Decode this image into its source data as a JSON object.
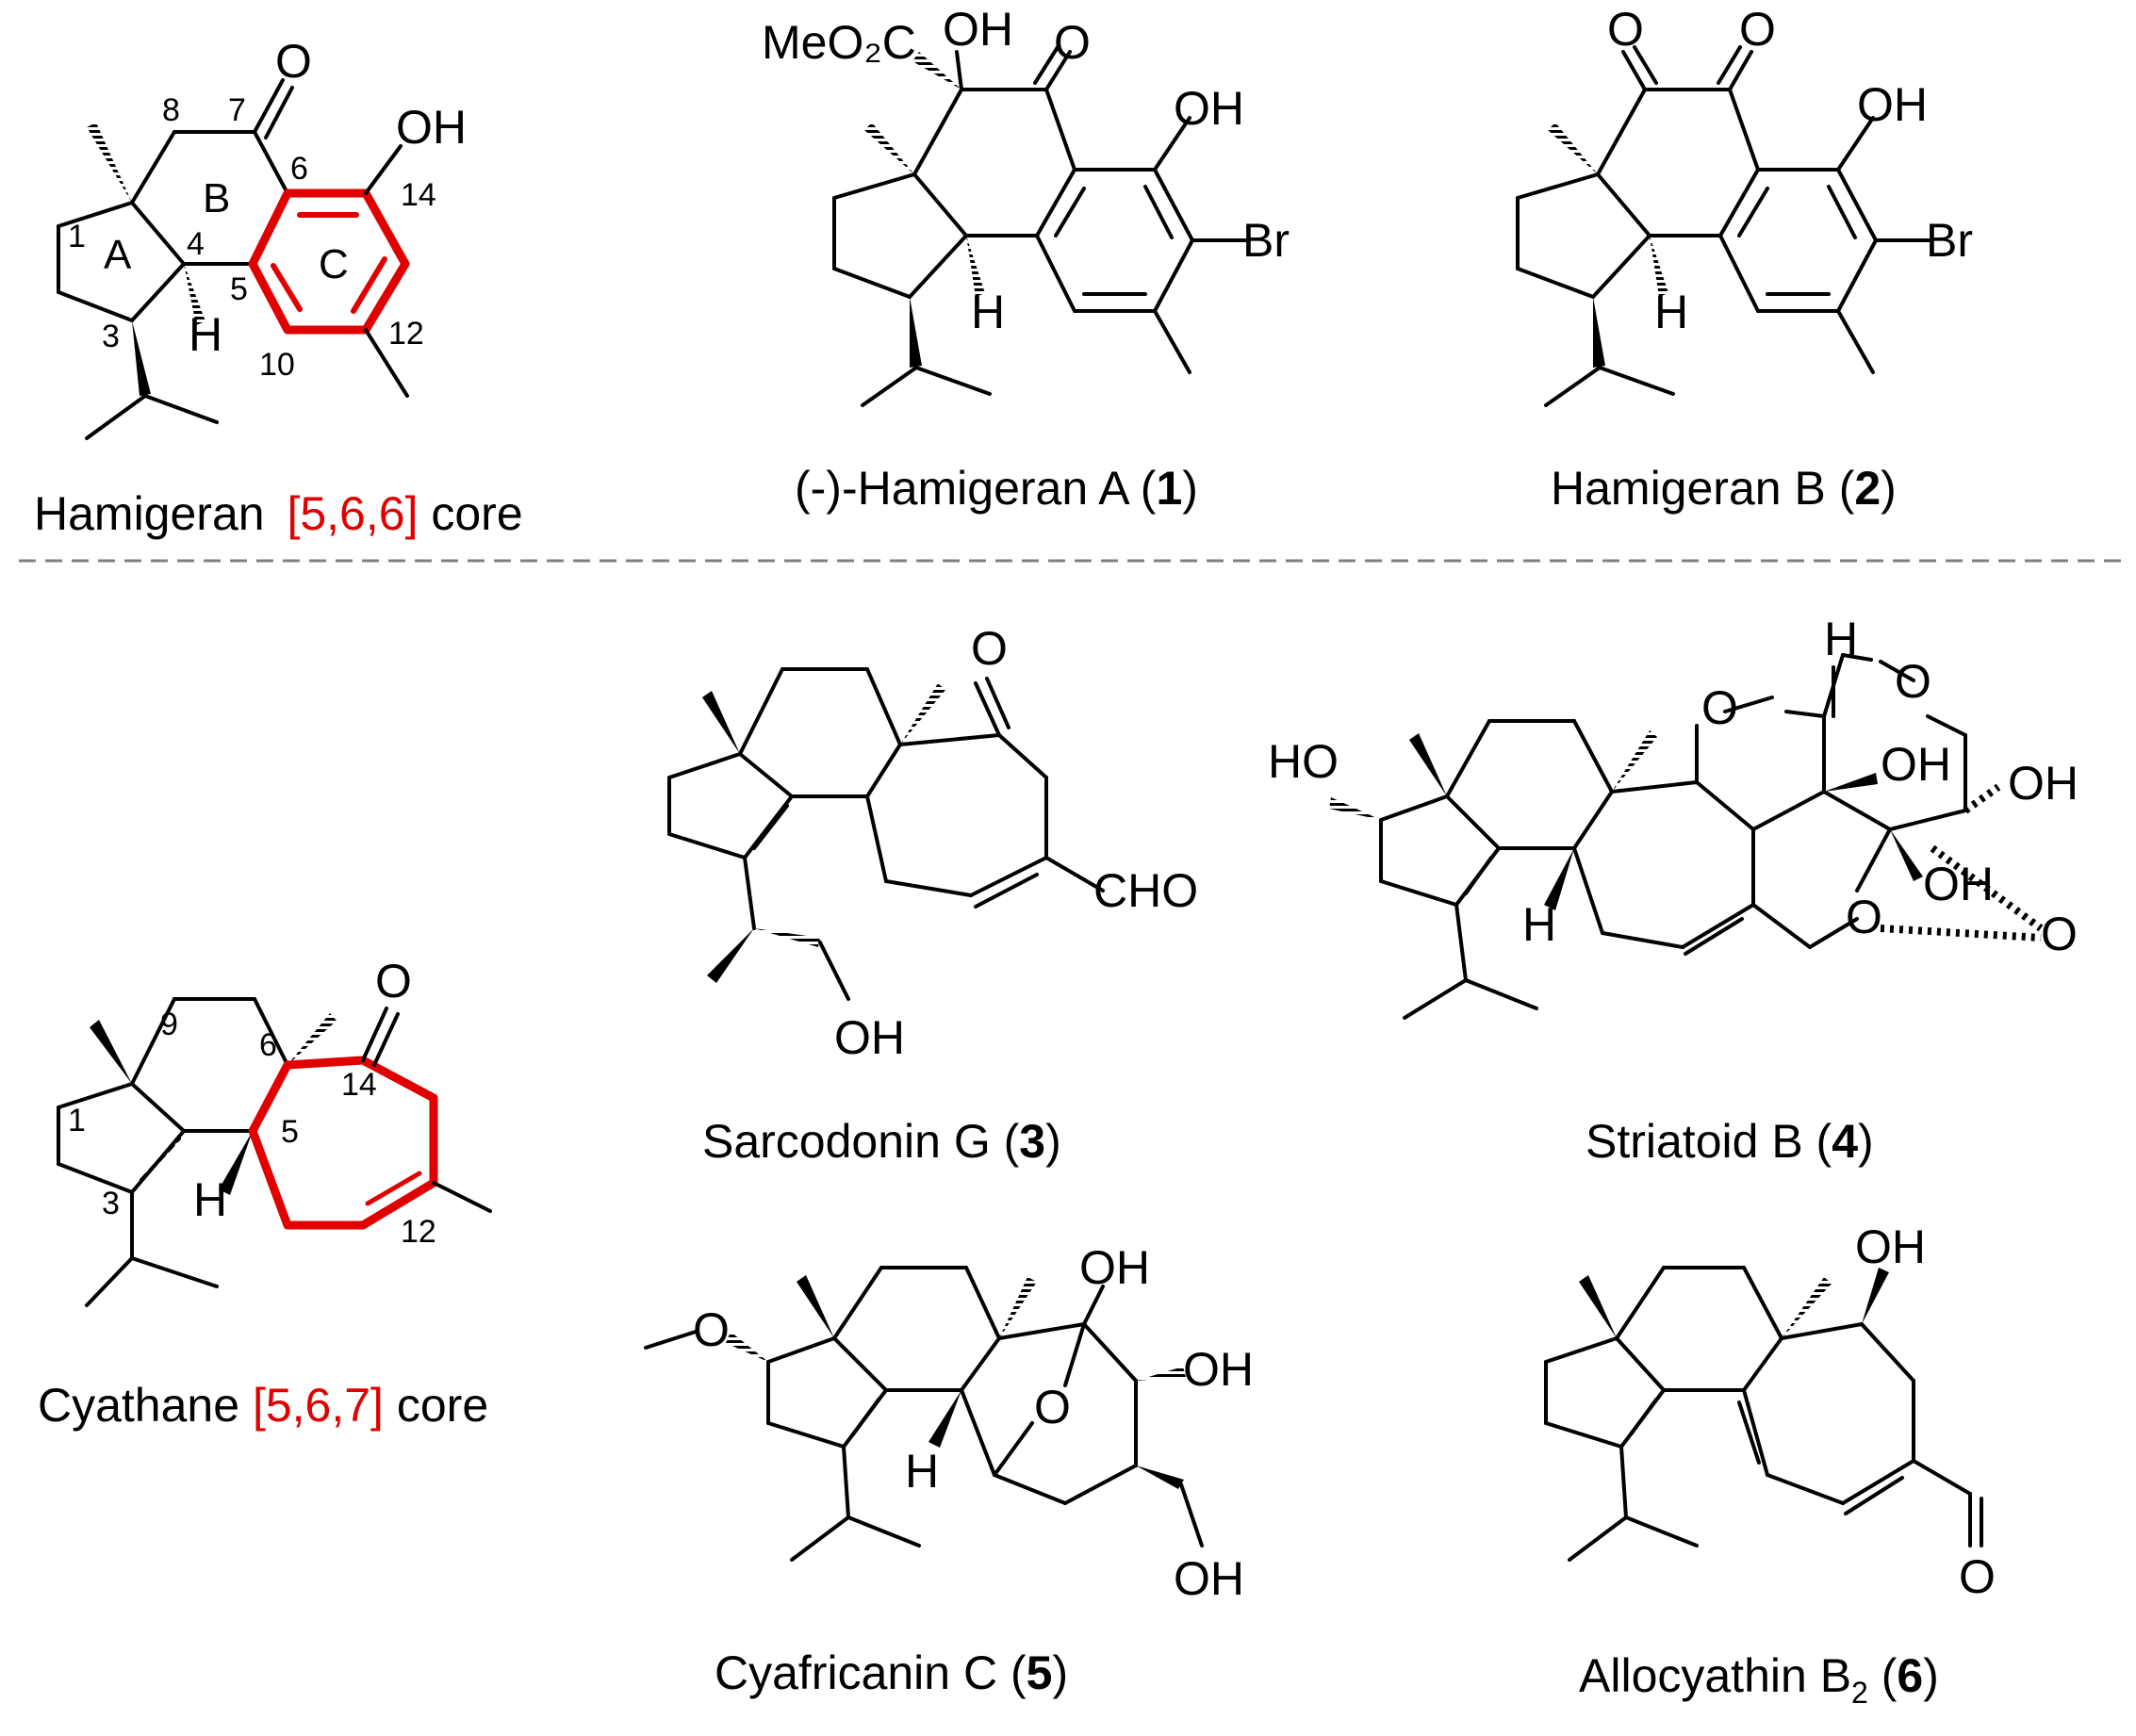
{
  "top_row": {
    "core": {
      "name": "Hamigeran",
      "ring_code": "[5,6,6]",
      "suffix": "core",
      "ring_labels": [
        "A",
        "B",
        "C"
      ],
      "atom_numbers": [
        "1",
        "3",
        "4",
        "5",
        "6",
        "7",
        "8",
        "10",
        "12",
        "14"
      ],
      "atoms": {
        "oh": "OH",
        "h": "H",
        "o": "O"
      }
    },
    "hamigeran_a": {
      "name": "(-)-Hamigeran A (",
      "number": "1",
      "close": ")",
      "atoms": {
        "meo2c": "MeO₂C",
        "oh_top": "OH",
        "o": "O",
        "oh": "OH",
        "br": "Br",
        "h": "H"
      }
    },
    "hamigeran_b": {
      "name": "Hamigeran B (",
      "number": "2",
      "close": ")",
      "atoms": {
        "o1": "O",
        "o2": "O",
        "oh": "OH",
        "br": "Br",
        "h": "H"
      }
    }
  },
  "bottom_row": {
    "core": {
      "name": "Cyathane",
      "ring_code": "[5,6,7]",
      "suffix": "core",
      "atom_numbers": [
        "1",
        "3",
        "5",
        "6",
        "9",
        "12",
        "14"
      ],
      "atoms": {
        "o": "O",
        "h": "H"
      }
    },
    "sarcodonin_g": {
      "name": "Sarcodonin G (",
      "number": "3",
      "close": ")",
      "atoms": {
        "o": "O",
        "cho": "CHO",
        "oh": "OH"
      }
    },
    "striatoid_b": {
      "name": "Striatoid B (",
      "number": "4",
      "close": ")",
      "atoms": {
        "ho": "HO",
        "h_top": "H",
        "o1": "O",
        "o2": "O",
        "oh1": "OH",
        "oh2": "OH",
        "oh3": "OH",
        "o3": "O",
        "o4": "O",
        "h": "H"
      }
    },
    "cyafricanin_c": {
      "name": "Cyafricanin C (",
      "number": "5",
      "close": ")",
      "atoms": {
        "o_me": "O",
        "oh1": "OH",
        "oh2": "OH",
        "o_bridge": "O",
        "oh3": "OH",
        "h": "H"
      }
    },
    "allocyathin_b2": {
      "name": "Allocyathin B",
      "subscript": "2",
      "open": " (",
      "number": "6",
      "close": ")",
      "atoms": {
        "oh": "OH",
        "o": "O"
      }
    }
  },
  "colors": {
    "highlight": "#e00000",
    "separator": "#808080",
    "ink": "#000000"
  }
}
